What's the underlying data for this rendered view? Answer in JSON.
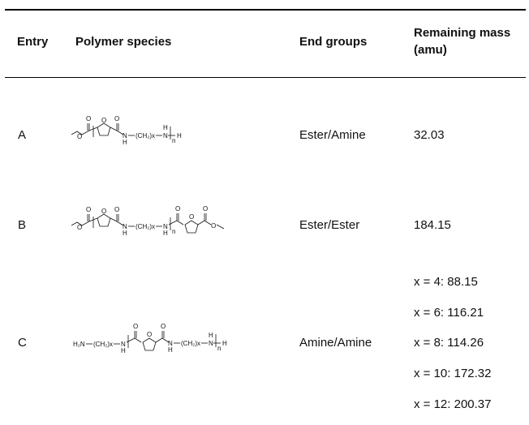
{
  "table": {
    "headers": {
      "entry": "Entry",
      "species": "Polymer species",
      "end_groups": "End groups",
      "remaining_mass_line1": "Remaining mass",
      "remaining_mass_line2": "(amu)"
    },
    "rows": [
      {
        "entry": "A",
        "structure_icon": "polymer-A-structure-icon",
        "end_groups": "Ester/Amine",
        "masses": [
          "32.03"
        ]
      },
      {
        "entry": "B",
        "structure_icon": "polymer-B-structure-icon",
        "end_groups": "Ester/Ester",
        "masses": [
          "184.15"
        ]
      },
      {
        "entry": "C",
        "structure_icon": "polymer-C-structure-icon",
        "end_groups": "Amine/Amine",
        "masses": [
          "x = 4: 88.15",
          "x = 6: 116.21",
          "x = 8: 114.26",
          "x = 10: 172.32",
          "x = 12: 200.37"
        ]
      }
    ]
  },
  "structure_text": {
    "O": "O",
    "N": "N",
    "H": "H",
    "H2N": "H₂N",
    "n": "n",
    "chain": "(CH₂)x"
  }
}
